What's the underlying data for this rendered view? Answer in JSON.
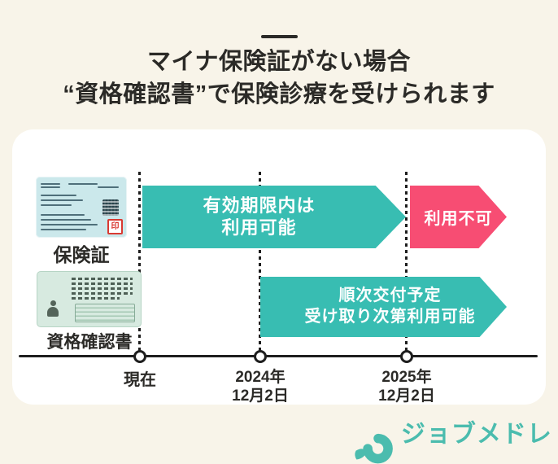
{
  "header": {
    "title_line1": "マイナ保険証がない場合",
    "title_line2": "“資格確認書”で保険診療を受けられます"
  },
  "diagram": {
    "rows": [
      {
        "label": "保険証",
        "segments": [
          {
            "status": "available",
            "line1": "有効期限内は",
            "line2": "利用可能"
          },
          {
            "status": "unavailable",
            "line1": "利用不可"
          }
        ]
      },
      {
        "label": "資格確認書",
        "segments": [
          {
            "status": "available",
            "line1": "順次交付予定",
            "line2": "受け取り次第利用可能"
          }
        ]
      }
    ],
    "axis_points": [
      {
        "line1": "現在",
        "line2": ""
      },
      {
        "line1": "2024年",
        "line2": "12月2日"
      },
      {
        "line1": "2025年",
        "line2": "12月2日"
      }
    ],
    "hokensho_stamp": "印"
  },
  "footer": {
    "logo_text": "ジョブメドレー"
  },
  "colors": {
    "teal": "#38bdb2",
    "pink": "#f74d73",
    "ink": "#2b2a27",
    "cream": "#f8f4e9",
    "card": "#ffffff",
    "logo-teal": "#4bbcae"
  }
}
